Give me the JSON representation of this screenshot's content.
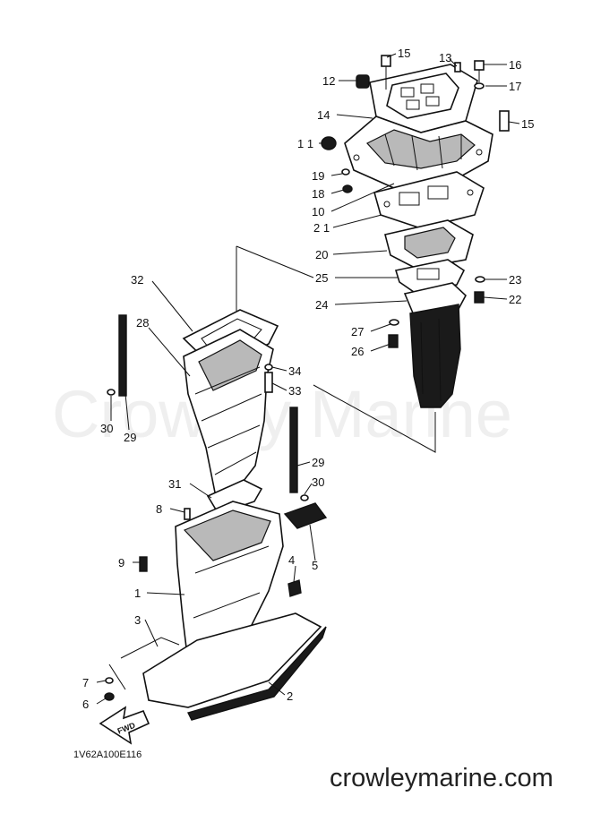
{
  "diagram": {
    "reference_code": "1V62A100E116",
    "watermark": "Crowley Marine",
    "site_url": "crowleymarine.com",
    "fwd_label": "FWD",
    "callouts": {
      "c1": "1",
      "c2": "2",
      "c3": "3",
      "c4": "4",
      "c5": "5",
      "c6": "6",
      "c7": "7",
      "c8": "8",
      "c9": "9",
      "c10": "10",
      "c11": "1 1",
      "c12": "12",
      "c13": "13",
      "c14": "14",
      "c15a": "15",
      "c15b": "15",
      "c16": "16",
      "c17": "17",
      "c18": "18",
      "c19": "19",
      "c20": "20",
      "c21": "2 1",
      "c22": "22",
      "c23": "23",
      "c24": "24",
      "c25": "25",
      "c26": "26",
      "c27": "27",
      "c28": "28",
      "c29a": "29",
      "c29b": "29",
      "c30a": "30",
      "c30b": "30",
      "c31": "31",
      "c32": "32",
      "c33": "33",
      "c34": "34"
    }
  }
}
